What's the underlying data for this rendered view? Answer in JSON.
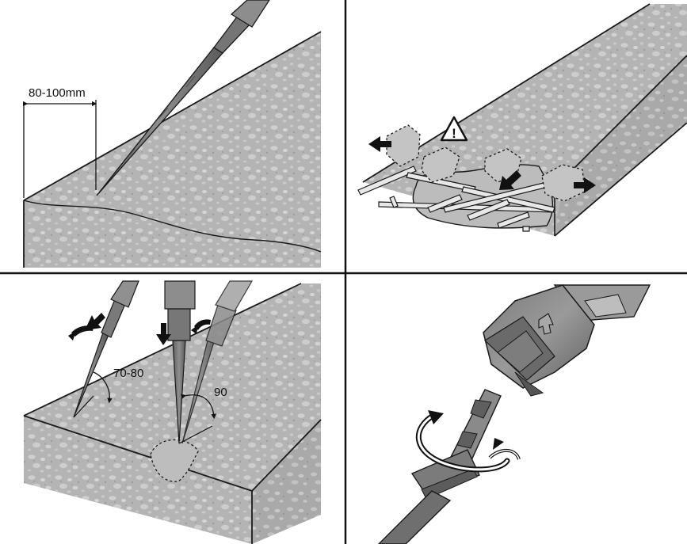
{
  "panels": [
    {
      "id": "panel-1",
      "label": "80-100mm"
    },
    {
      "id": "panel-2",
      "warning_symbol": "!"
    },
    {
      "id": "panel-3",
      "angle_label_1": "70-80",
      "angle_label_2": "90"
    },
    {
      "id": "panel-4"
    }
  ],
  "colors": {
    "background": "#ffffff",
    "concrete": "#b4b4b4",
    "concrete_side": "#a8a8a8",
    "stone": "#cdcdcd",
    "outline": "#1a1a1a",
    "tool_dark": "#6e6e6e",
    "tool_mid": "#8c8c8c",
    "tool_light": "#b0b0b0",
    "divider": "#111111"
  }
}
